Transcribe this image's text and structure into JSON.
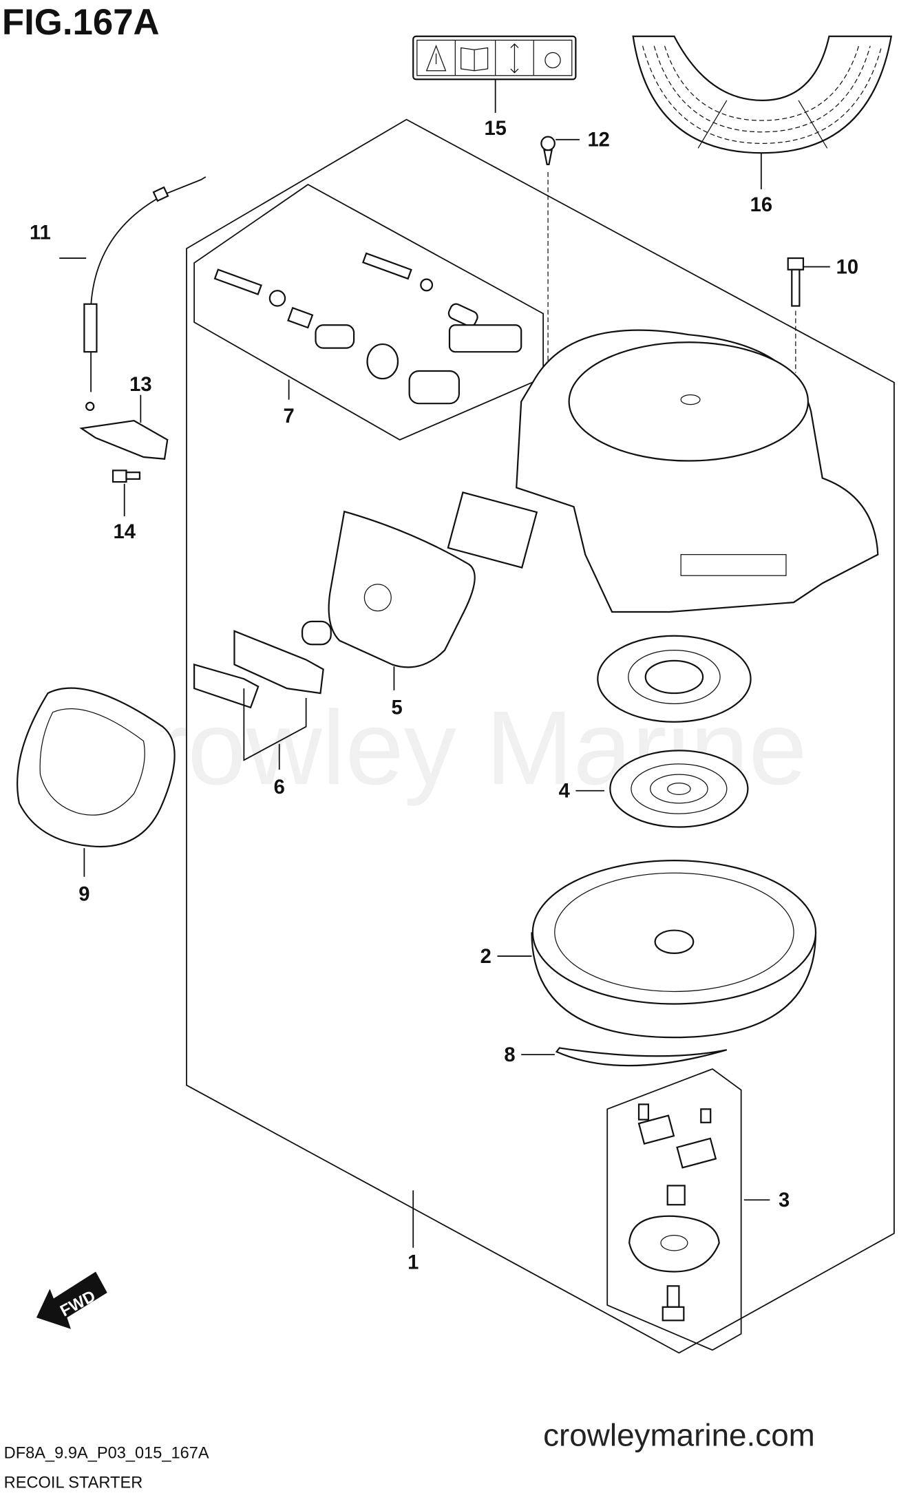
{
  "figure": {
    "title": "FIG.167A",
    "code": "DF8A_9.9A_P03_015_167A",
    "name": "RECOIL STARTER",
    "website": "crowleymarine.com",
    "watermark": "Crowley Marine",
    "direction_label": "FWD"
  },
  "callouts": {
    "p1": "1",
    "p2": "2",
    "p3": "3",
    "p4": "4",
    "p5": "5",
    "p6": "6",
    "p7": "7",
    "p8": "8",
    "p9": "9",
    "p10": "10",
    "p11": "11",
    "p12": "12",
    "p13": "13",
    "p14": "14",
    "p15": "15",
    "p16": "16"
  }
}
